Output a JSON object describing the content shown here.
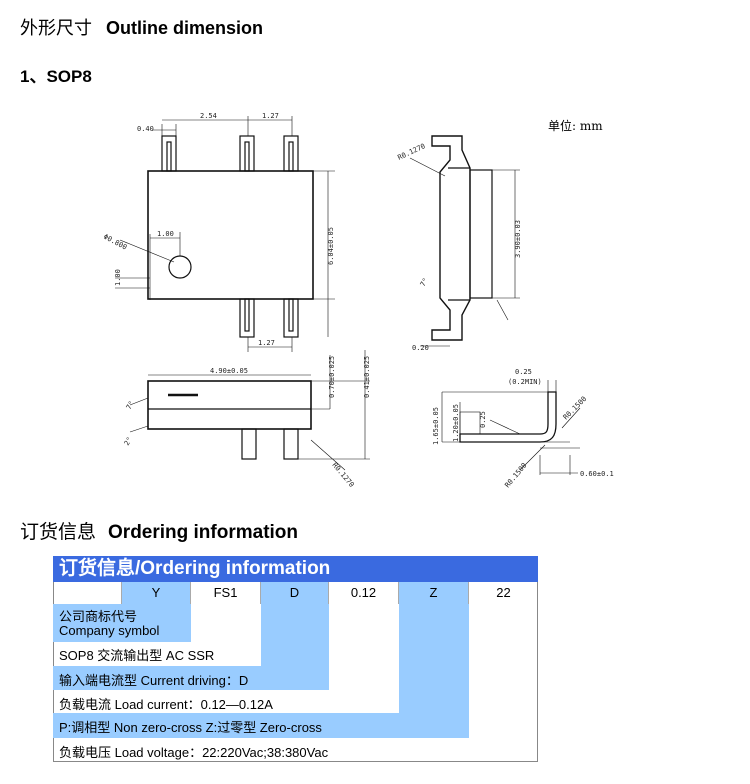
{
  "heading": {
    "cn": "外形尺寸",
    "en": "Outline dimension"
  },
  "package": "1、SOP8",
  "unit_label": "单位: mm",
  "dims": {
    "d040": "0.40",
    "d254": "2.54",
    "d127_top": "1.27",
    "d127_bot": "1.27",
    "d100": "1.00",
    "phi": "Φ0.800",
    "d100v": "1.00",
    "body_h": "6.04±0.05",
    "r0127": "R0.1270",
    "side_h": "3.90±0.03",
    "ang1": "7°",
    "d020": "0.20",
    "len": "4.90±0.05",
    "d070": "0.70±0.025",
    "d041": "0.41±0.025",
    "ang2": "7°",
    "ang3": "2°",
    "r0127b": "R0.1270",
    "d025": "0.25",
    "d02min": "(0.2MIN)",
    "h165": "1.65±0.05",
    "h120": "1.20±0.05",
    "d025b": "0.25",
    "r015": "R0.1500",
    "r01500b": "R0.1500",
    "d060": "0.60±0.1"
  },
  "ordering_heading": {
    "cn": "订货信息",
    "en": "Ordering information"
  },
  "table": {
    "title": "订货信息/Ordering information",
    "codes": [
      "Y",
      "FS1",
      "D",
      "0.12",
      "Z",
      "22"
    ],
    "rows": [
      "公司商标代号",
      "Company symbol",
      "SOP8 交流输出型 AC SSR",
      "输入端电流型  Current driving：D",
      "负载电流  Load current：0.12—0.12A",
      "P:调相型  Non zero-cross   Z:过零型  Zero-cross",
      "负载电压  Load voltage：22:220Vac;38:380Vac"
    ],
    "colors": {
      "header": "#3a6ae0",
      "band": "#99ccff"
    }
  }
}
